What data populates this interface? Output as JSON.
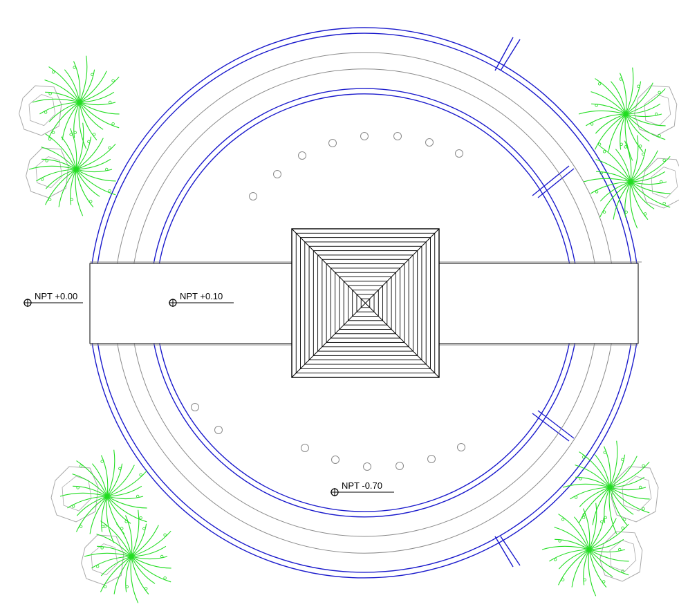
{
  "drawing": {
    "line_colors": {
      "wall": "#1a1acc",
      "step": "#8a8a8a",
      "plant": "#22dd22",
      "rock": "#a8a8a8",
      "ink": "#000000"
    },
    "levels": [
      {
        "id": "level-marker-entrance",
        "text": "NPT +0.00"
      },
      {
        "id": "level-marker-path",
        "text": "NPT +0.10"
      },
      {
        "id": "level-marker-plaza",
        "text": "NPT -0.70"
      }
    ],
    "bollard_count": 16,
    "planter_count": 4
  }
}
